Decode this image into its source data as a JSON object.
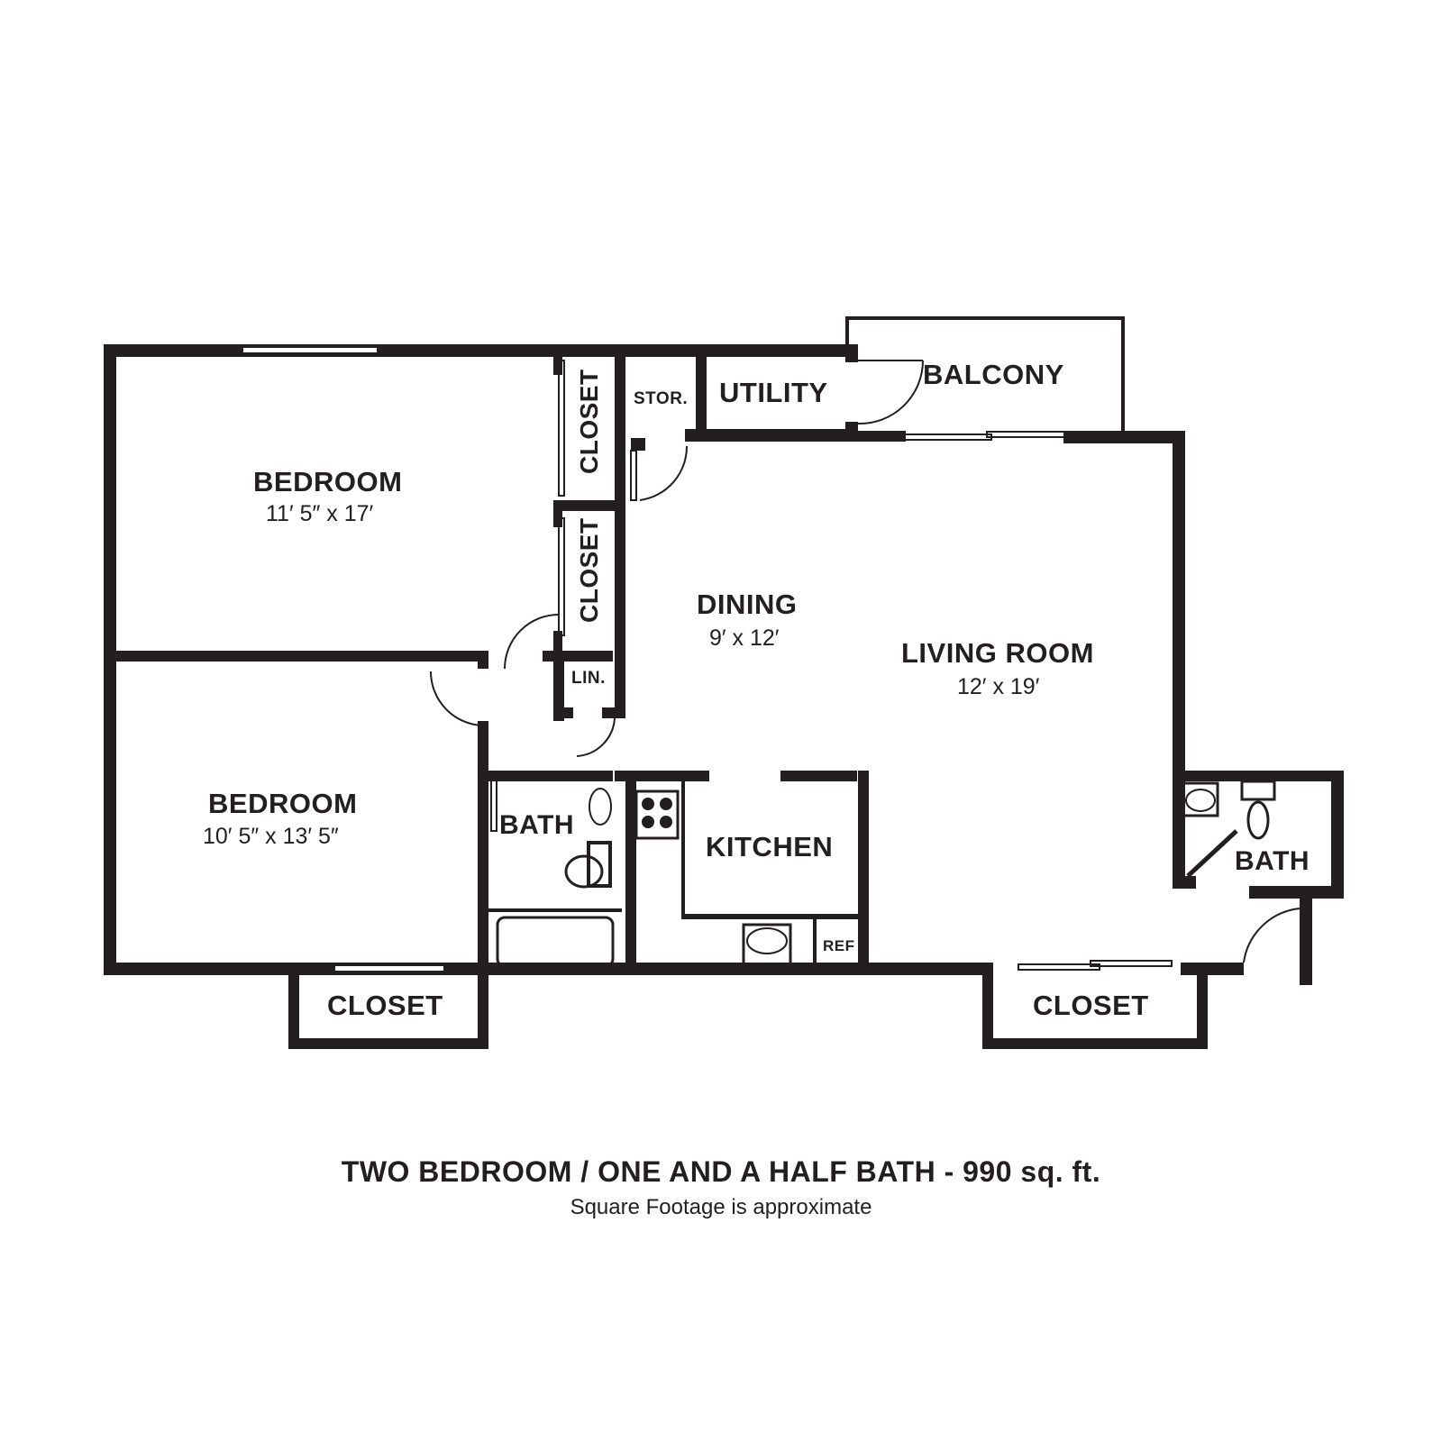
{
  "floorplan": {
    "rooms": {
      "bedroom_1": {
        "label": "BEDROOM",
        "dimensions": "11′ 5″ x 17′"
      },
      "bedroom_2": {
        "label": "BEDROOM",
        "dimensions": "10′ 5″ x 13′ 5″"
      },
      "dining": {
        "label": "DINING",
        "dimensions": "9′ x 12′"
      },
      "living_room": {
        "label": "LIVING ROOM",
        "dimensions": "12′ x 19′"
      },
      "kitchen": {
        "label": "KITCHEN"
      },
      "utility": {
        "label": "UTILITY"
      },
      "balcony": {
        "label": "BALCONY"
      },
      "storage": {
        "label": "STOR."
      },
      "linen": {
        "label": "LIN."
      },
      "bath_full": {
        "label": "BATH"
      },
      "bath_half": {
        "label": "BATH"
      },
      "closet_upper": {
        "label": "CLOSET"
      },
      "closet_middle": {
        "label": "CLOSET"
      },
      "closet_bedroom2": {
        "label": "CLOSET"
      },
      "closet_living": {
        "label": "CLOSET"
      },
      "refrigerator": {
        "label": "REF"
      }
    },
    "colors": {
      "wall": "#231f20",
      "background": "#ffffff"
    }
  },
  "caption": {
    "title": "TWO BEDROOM / ONE AND A HALF BATH - 990 sq. ft.",
    "subtitle": "Square Footage is approximate"
  }
}
